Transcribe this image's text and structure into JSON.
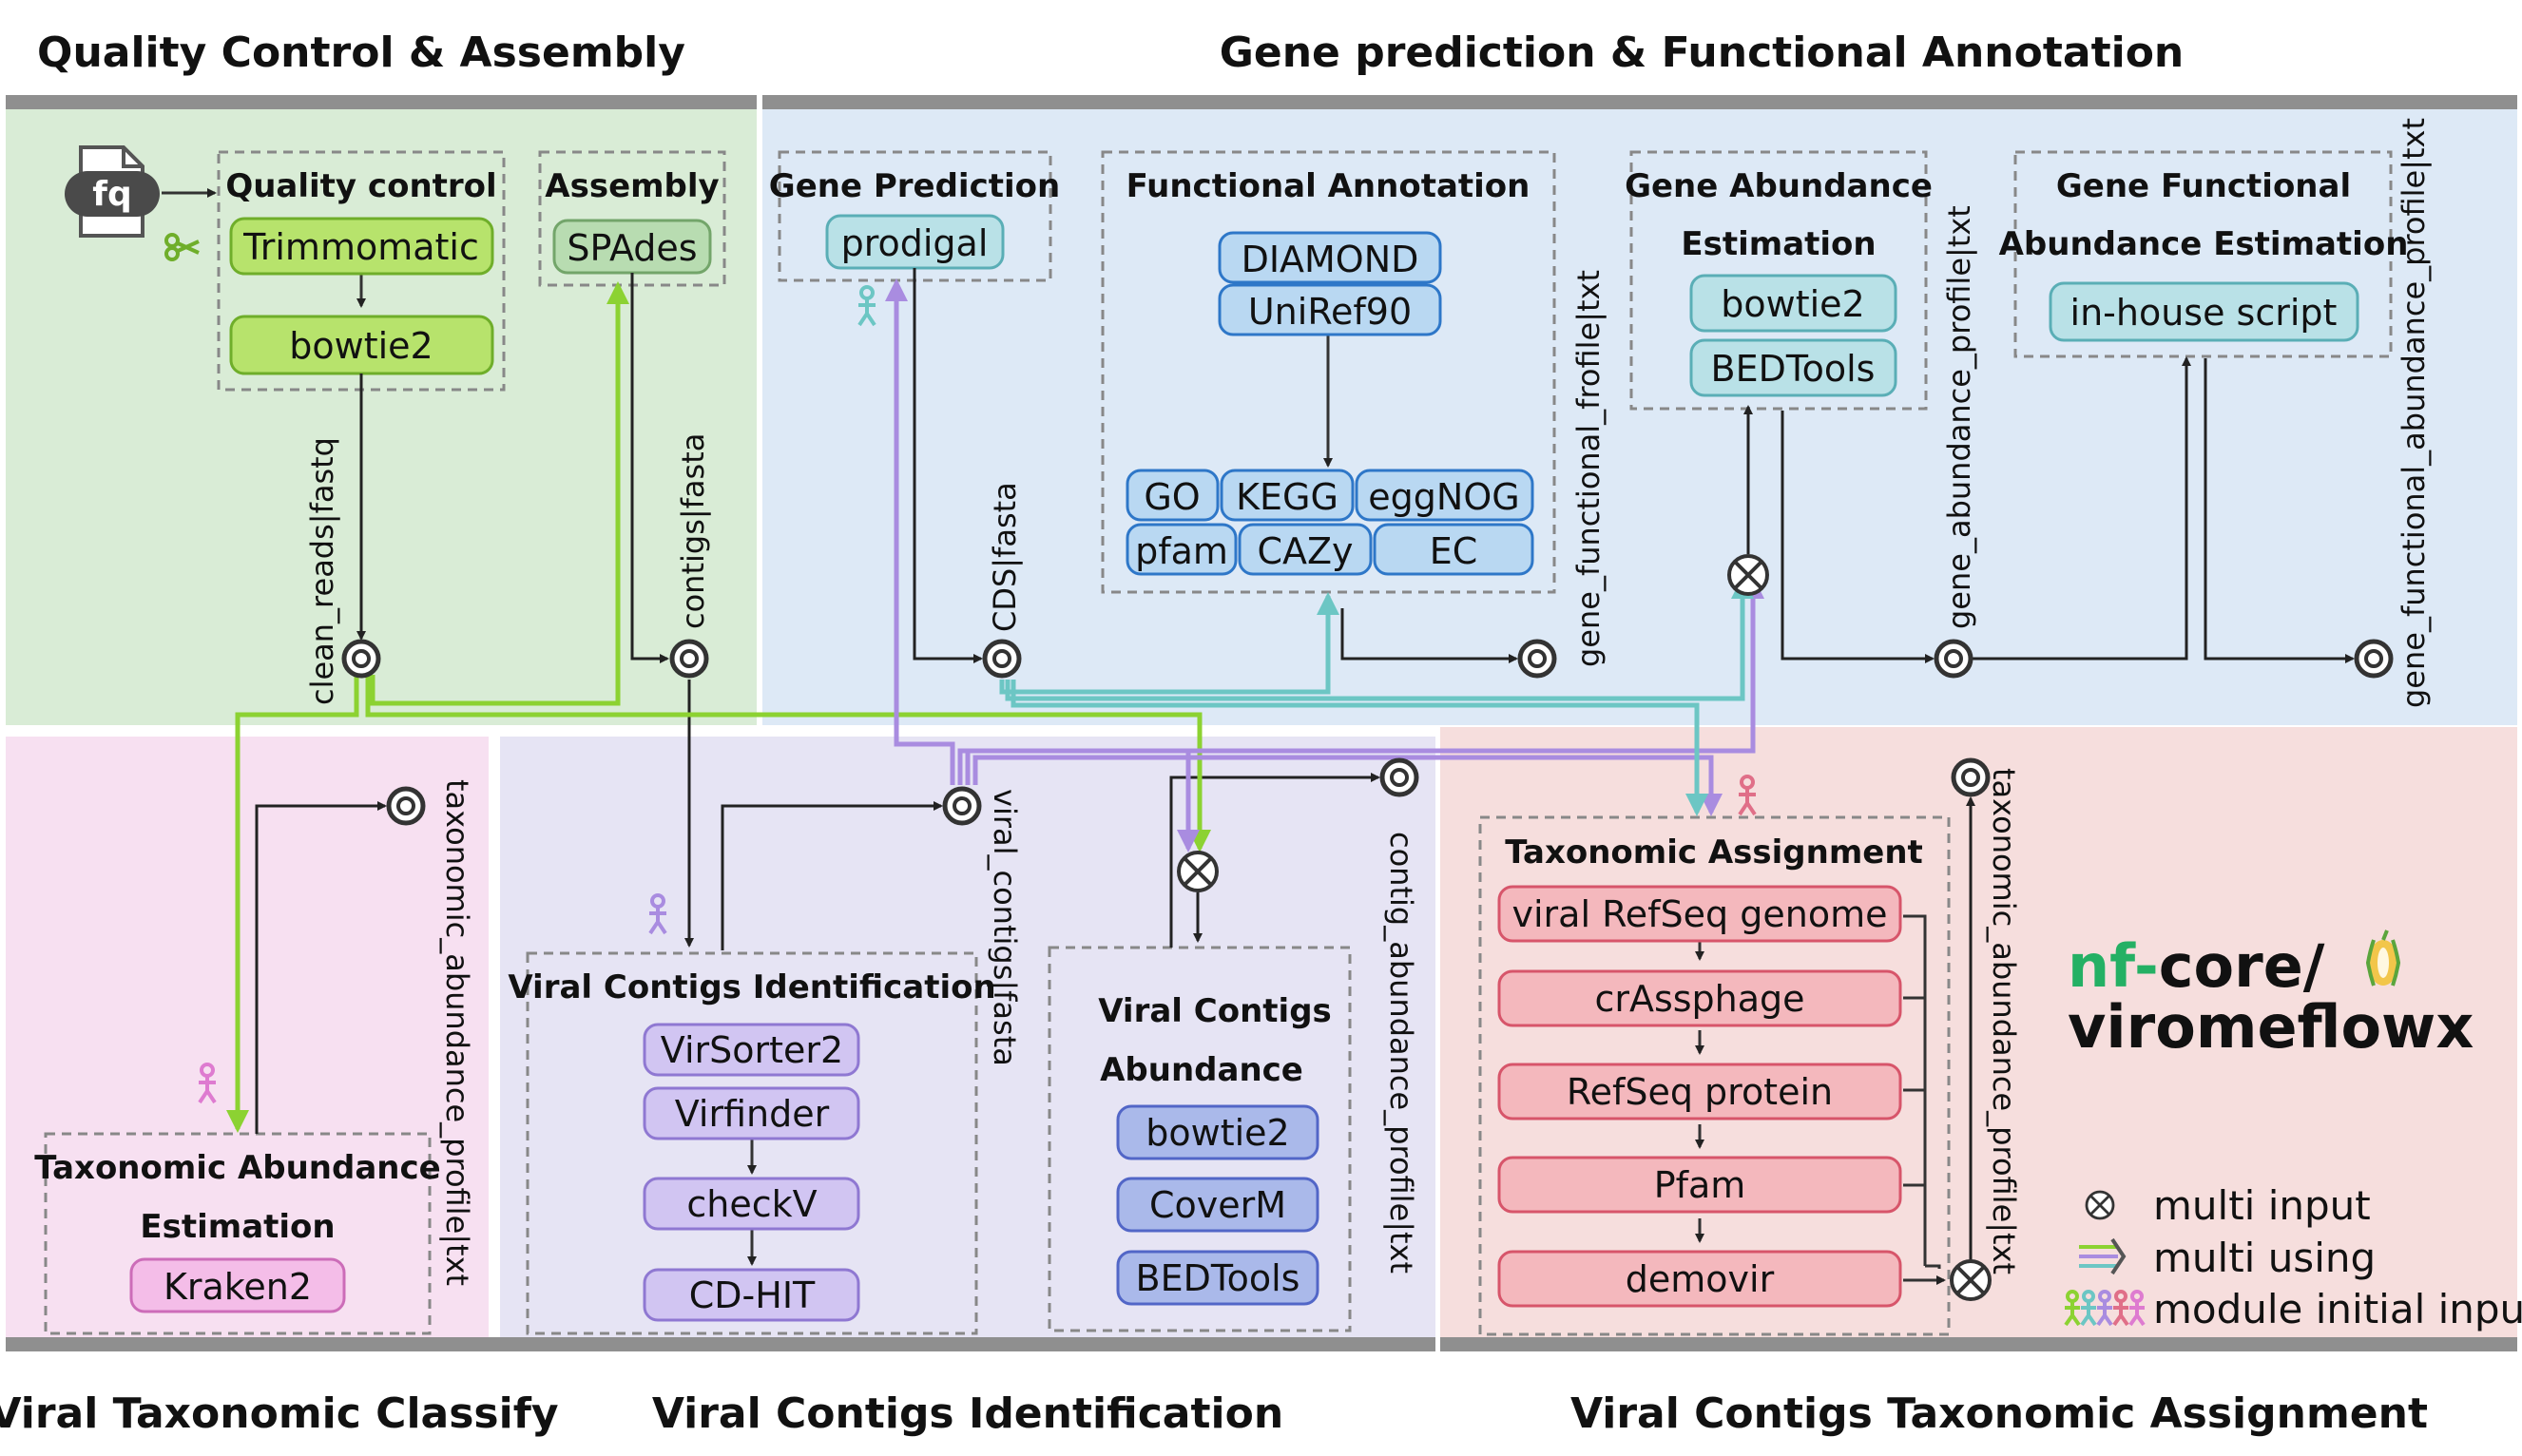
{
  "sections": {
    "qc_assembly": "Quality Control & Assembly",
    "gene_prediction": "Gene prediction & Functional Annotation",
    "viral_taxonomic_classify": "Viral Taxonomic Classify",
    "viral_contigs_identification": "Viral Contigs Identification",
    "viral_contigs_taxonomic_assignment": "Viral Contigs Taxonomic Assignment"
  },
  "input_icon": "fq",
  "modules": {
    "quality_control": {
      "title": "Quality control",
      "tools": [
        "Trimmomatic",
        "bowtie2"
      ]
    },
    "assembly": {
      "title": "Assembly",
      "tools": [
        "SPAdes"
      ]
    },
    "gene_prediction": {
      "title": "Gene Prediction",
      "tools": [
        "prodigal"
      ]
    },
    "functional_annotation": {
      "title": "Functional Annotation",
      "tools": [
        "DIAMOND",
        "UniRef90"
      ],
      "databases": [
        "GO",
        "KEGG",
        "eggNOG",
        "pfam",
        "CAZy",
        "EC"
      ]
    },
    "gene_abundance": {
      "title_lines": [
        "Gene Abundance",
        "Estimation"
      ],
      "tools": [
        "bowtie2",
        "BEDTools"
      ]
    },
    "gene_functional_abundance": {
      "title_lines": [
        "Gene Functional",
        "Abundance Estimation"
      ],
      "tools": [
        "in-house script"
      ]
    },
    "taxonomic_abundance": {
      "title_lines": [
        "Taxonomic Abundance",
        "Estimation"
      ],
      "tools": [
        "Kraken2"
      ]
    },
    "viral_contigs_id": {
      "title": "Viral Contigs Identification",
      "tools": [
        "VirSorter2",
        "Virfinder",
        "checkV",
        "CD-HIT"
      ]
    },
    "viral_contigs_abundance": {
      "title_lines": [
        "Viral Contigs",
        "Abundance"
      ],
      "tools": [
        "bowtie2",
        "CoverM",
        "BEDTools"
      ]
    },
    "taxonomic_assignment": {
      "title": "Taxonomic Assignment",
      "tools": [
        "viral RefSeq genome",
        "crAssphage",
        "RefSeq protein",
        "Pfam",
        "demovir"
      ]
    }
  },
  "outputs": {
    "clean_reads": "clean_reads|fastq",
    "contigs": "contigs|fasta",
    "cds": "CDS|fasta",
    "gene_functional_profile": "gene_functional_frofile|txt",
    "gene_abundance_profile": "gene_abundance_profile|txt",
    "gene_functional_abundance_profile": "gene_functional_abundance_profile|txt",
    "taxonomic_abundance_profile_left": "taxonomic_abundance_profile|txt",
    "viral_contigs": "viral_contigs|fasta",
    "contig_abundance_profile": "contig_abundance_profile|txt",
    "taxonomic_abundance_profile_right": "taxonomic_abundance_profile|txt"
  },
  "logo": {
    "prefix": "nf-",
    "core": "core/",
    "name": "viromeflowx"
  },
  "legend": {
    "multi_input": "multi input",
    "multi_using": "multi using",
    "module_initial_input": "module initial input"
  },
  "colors": {
    "qc_bg": "#d9ecd6",
    "gene_bg": "#dde9f6",
    "classify_bg": "#f7e0f1",
    "ident_bg": "#e6e4f4",
    "assign_bg": "#f6dedd",
    "green": "#8cd232",
    "purple": "#a98ce0",
    "teal": "#6cc6c4",
    "pink": "#e06f88"
  }
}
